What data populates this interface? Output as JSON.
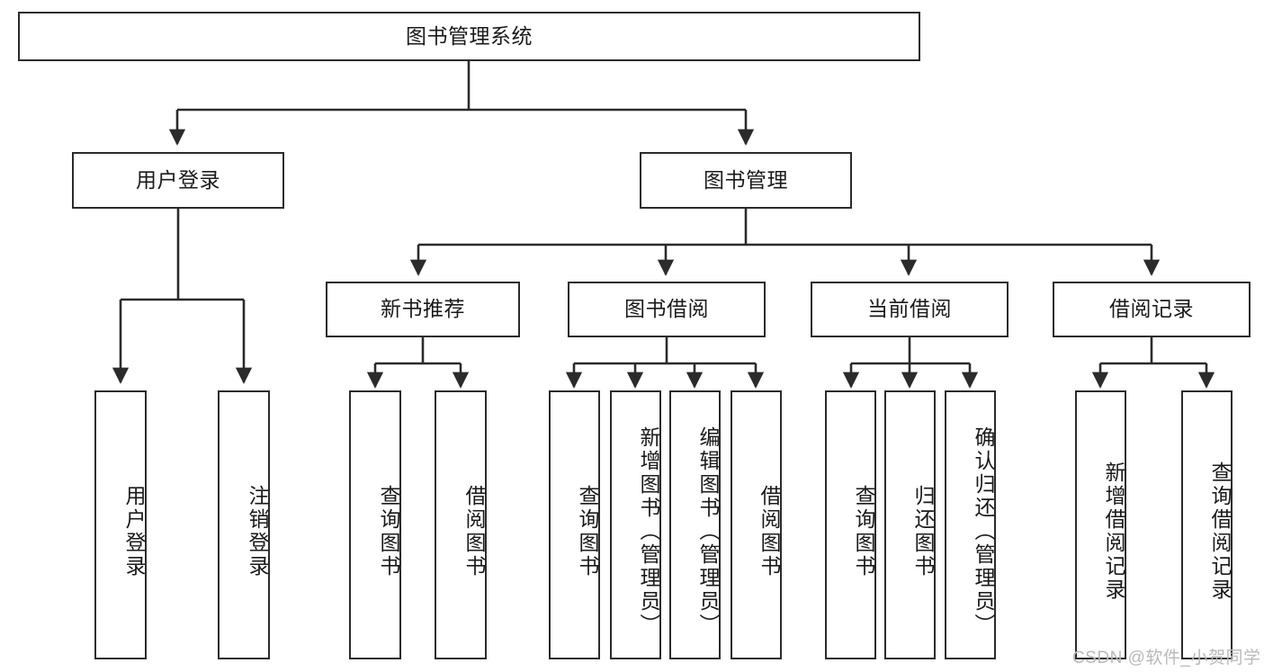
{
  "diagram": {
    "title_node": {
      "label": "图书管理系统"
    },
    "level2": [
      {
        "id": "user-login",
        "label": "用户登录"
      },
      {
        "id": "book-manage",
        "label": "图书管理"
      }
    ],
    "level3": [
      {
        "id": "new-book-recommend",
        "label": "新书推荐"
      },
      {
        "id": "book-borrow",
        "label": "图书借阅"
      },
      {
        "id": "current-borrow",
        "label": "当前借阅"
      },
      {
        "id": "borrow-record",
        "label": "借阅记录"
      }
    ],
    "leaves": {
      "user_login": [
        {
          "id": "leaf-user-login",
          "label": "用户登录"
        },
        {
          "id": "leaf-logout-login",
          "label": "注销登录"
        }
      ],
      "new_book_recommend": [
        {
          "id": "leaf-query-book-1",
          "label": "查询图书"
        },
        {
          "id": "leaf-borrow-book-1",
          "label": "借阅图书"
        }
      ],
      "book_borrow": [
        {
          "id": "leaf-query-book-2",
          "label": "查询图书"
        },
        {
          "id": "leaf-add-book",
          "label": "新增图书（管理员）"
        },
        {
          "id": "leaf-edit-book",
          "label": "编辑图书（管理员）"
        },
        {
          "id": "leaf-borrow-book-2",
          "label": "借阅图书"
        }
      ],
      "current_borrow": [
        {
          "id": "leaf-query-book-3",
          "label": "查询图书"
        },
        {
          "id": "leaf-return-book",
          "label": "归还图书"
        },
        {
          "id": "leaf-confirm-return",
          "label": "确认归还（管理员）"
        }
      ],
      "borrow_record": [
        {
          "id": "leaf-add-borrow-record",
          "label": "新增借阅记录"
        },
        {
          "id": "leaf-query-borrow-record",
          "label": "查询借阅记录"
        }
      ]
    },
    "watermark": "CSDN @软件_小贺同学",
    "colors": {
      "stroke": "#2b2b2b",
      "fill": "#ffffff",
      "text": "#1a1a1a",
      "watermark": "#b9b9b9"
    }
  }
}
